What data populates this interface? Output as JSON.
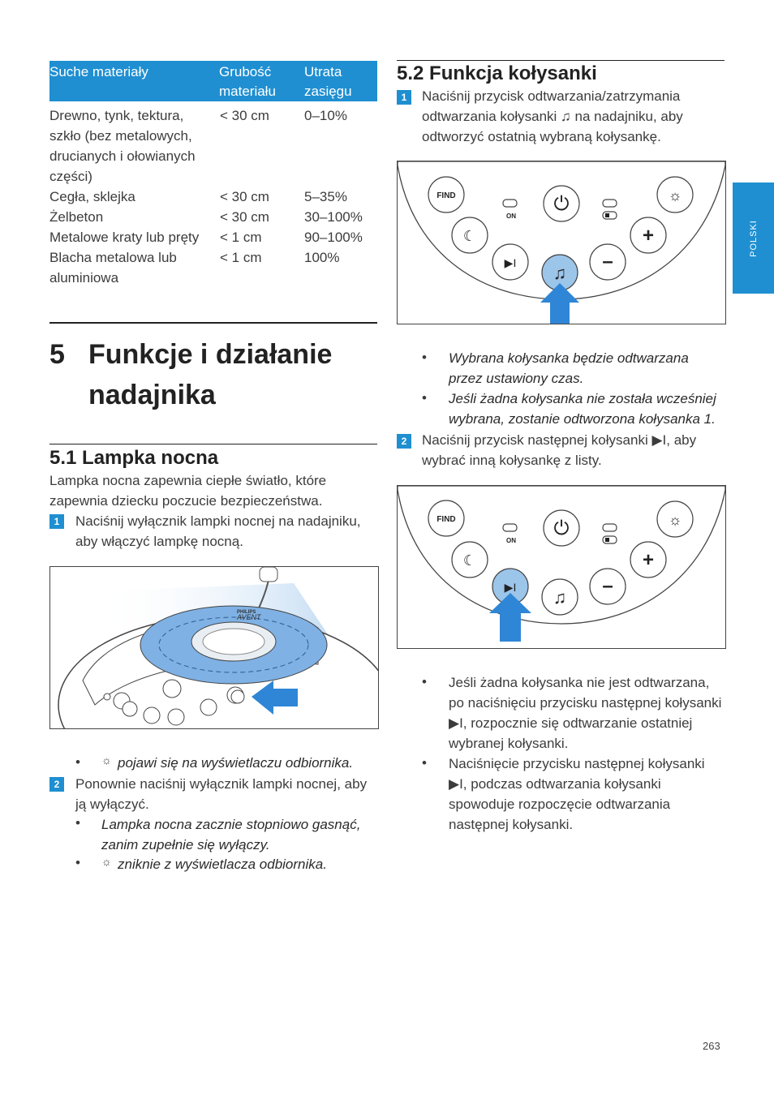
{
  "side_tab": "POLSKI",
  "page_number": "263",
  "table": {
    "headers": [
      "Suche materiały",
      "Grubość materiału",
      "Utrata zasięgu"
    ],
    "rows": [
      {
        "material": "Drewno, tynk, tektura, szkło (bez metalowych, drucianych i ołowianych części)",
        "thickness": "< 30 cm",
        "loss": "0–10%"
      },
      {
        "material": "Cegła, sklejka",
        "thickness": "< 30 cm",
        "loss": "5–35%"
      },
      {
        "material": "Żelbeton",
        "thickness": "< 30 cm",
        "loss": "30–100%"
      },
      {
        "material": "Metalowe kraty lub pręty",
        "thickness": "< 1 cm",
        "loss": "90–100%"
      },
      {
        "material": "Blacha metalowa lub aluminiowa",
        "thickness": "< 1 cm",
        "loss": "100%"
      }
    ]
  },
  "chapter": {
    "number": "5",
    "title": "Funkcje i działanie nadajnika"
  },
  "s51": {
    "title": "5.1  Lampka nocna",
    "intro": "Lampka nocna zapewnia ciepłe światło, które zapewnia dziecku poczucie bezpieczeństwa.",
    "step1": "Naciśnij wyłącznik lampki nocnej na nadajniku, aby włączyć lampkę nocną.",
    "bullet1": "pojawi się na wyświetlaczu odbiornika.",
    "step2": "Ponownie naciśnij wyłącznik lampki nocnej, aby ją wyłączyć.",
    "bullet2": "Lampka nocna zacznie stopniowo gasnąć, zanim zupełnie się wyłączy.",
    "bullet3": "zniknie z wyświetlacza odbiornika."
  },
  "s52": {
    "title": "5.2  Funkcja kołysanki",
    "step1": "Naciśnij przycisk odtwarzania/zatrzymania odtwarzania kołysanki ♫ na nadajniku, aby odtworzyć ostatnią wybraną kołysankę.",
    "bullet1": "Wybrana kołysanka będzie odtwarzana przez ustawiony czas.",
    "bullet2": "Jeśli żadna kołysanka nie została wcześniej wybrana, zostanie odtworzona kołysanka 1.",
    "step2": "Naciśnij przycisk następnej kołysanki ▶I, aby wybrać inną kołysankę z listy.",
    "bullet3": "Jeśli żadna kołysanka nie jest odtwarzana, po naciśnięciu przycisku następnej kołysanki ▶I, rozpocznie się odtwarzanie ostatniej wybranej kołysanki.",
    "bullet4": "Naciśnięcie przycisku następnej kołysanki ▶I, podczas odtwarzania kołysanki spowoduje rozpoczęcie odtwarzania następnej kołysanki."
  },
  "panel": {
    "find": "FIND",
    "on": "ON",
    "brand": "PHILIPS",
    "brand2": "AVENT"
  },
  "step_numbers": [
    "1",
    "2"
  ],
  "colors": {
    "accent": "#1f8fd1",
    "highlight": "#9cc5ea",
    "arrow": "#2f86d6"
  }
}
